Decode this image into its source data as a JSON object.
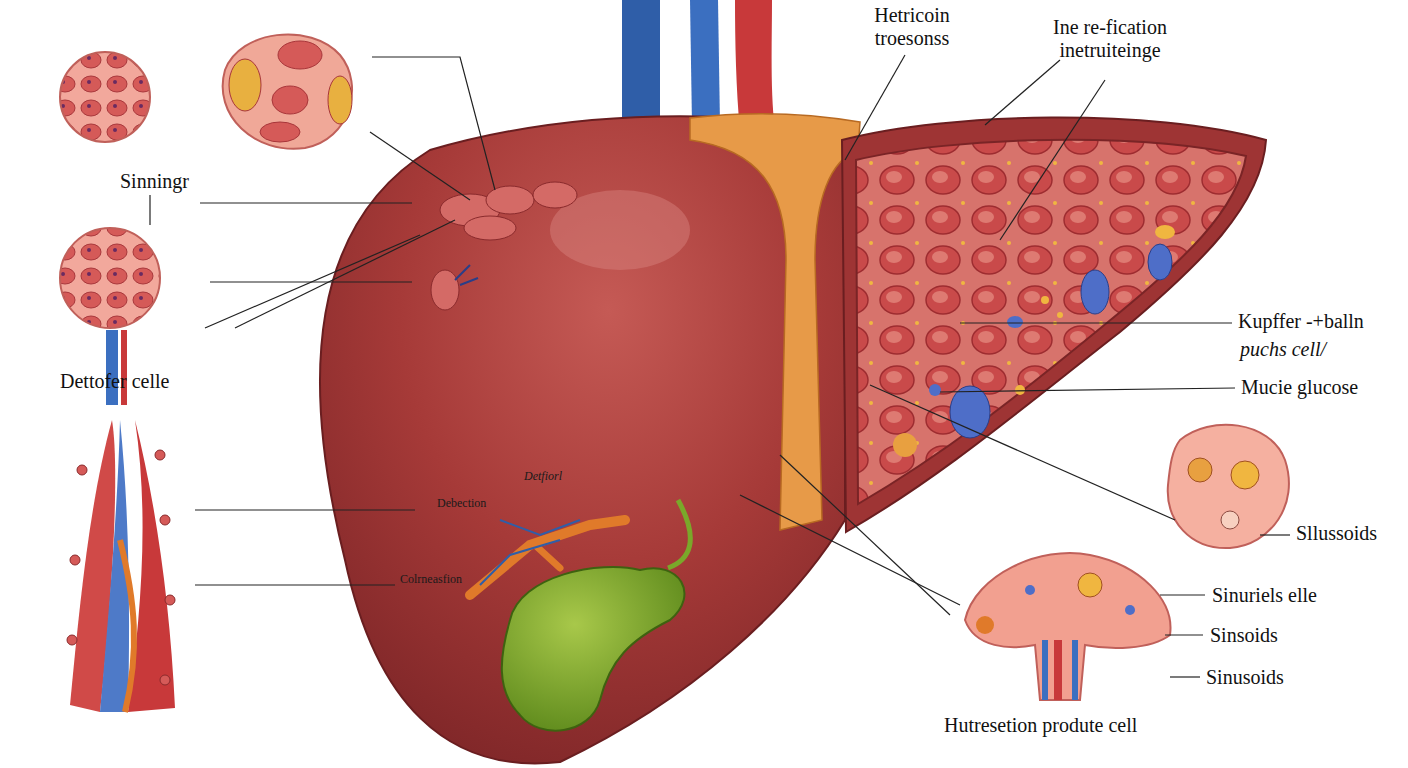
{
  "diagram": {
    "labels": [
      "Hetricoin troesonss",
      "Ine re-fication inetruiteinge",
      "Sinningr",
      "Dettofer celle",
      "Kupffer -+balln",
      "puchs cell/",
      "Mucie glucose",
      "Sllussoids",
      "Sinuriels elle",
      "Sinsoids",
      "Sinusoids",
      "Hutresetion produte cell",
      "Detfiorl",
      "Debection",
      "Colrneasfion"
    ]
  }
}
